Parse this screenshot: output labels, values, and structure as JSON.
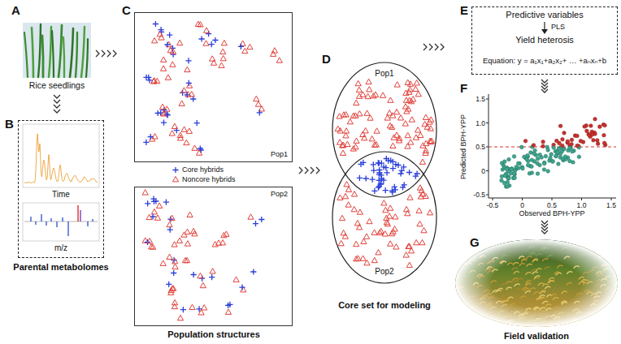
{
  "diagram": {
    "nodes": [
      {
        "text": [
          "Time",
          "m/z",
          "Parental metabolomes"
        ]
      },
      {
        "text": [
          "Pop1"
        ]
      },
      {
        "text": [
          "Pop2"
        ]
      },
      {
        "text": [
          "Pop1"
        ]
      },
      {
        "text": [
          "Pop2"
        ]
      },
      {
        "text": [
          "Predictive variables",
          "PLS",
          "Yield heterosis",
          "Equation: y = a₁x₁+a₂x₂+ … +aₙxₙ+b"
        ]
      }
    ],
    "labels": [
      "A",
      "Rice seedlings",
      "B",
      "C",
      "Population structures",
      "D",
      "Core set for modeling",
      "E",
      "F",
      "1.5",
      "1.0",
      "0.5",
      "0",
      "-0.5",
      "-0.5",
      "0",
      "0.5",
      "1.0",
      "1.5",
      "Predicted BPH-YPP",
      "Observed BPH-YPP",
      "G",
      "Field validation"
    ],
    "legend": [
      {
        "text": "Core hybrids"
      },
      {
        "text": "Noncore hybrids"
      }
    ]
  }
}
